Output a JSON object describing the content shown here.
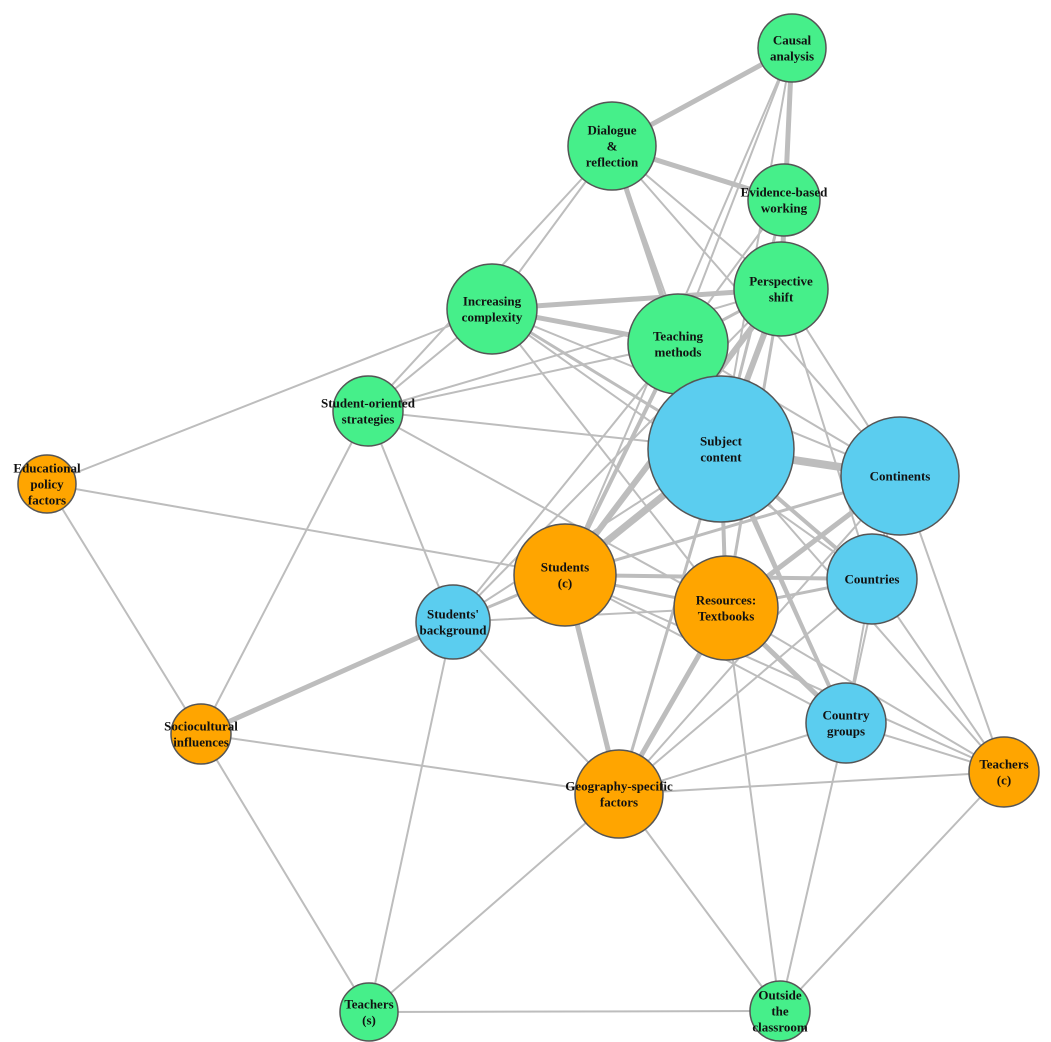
{
  "colors": {
    "green": "#46ef8a",
    "blue": "#5bcdef",
    "orange": "#ffa500",
    "edge": "#bdbdbd",
    "outline": "#555555"
  },
  "nodes": [
    {
      "id": "causal",
      "lines": [
        "Causal",
        "analysis"
      ],
      "color": "green"
    },
    {
      "id": "dialogue",
      "lines": [
        "Dialogue",
        "&",
        "reflection"
      ],
      "color": "green"
    },
    {
      "id": "evidence",
      "lines": [
        "Evidence-based",
        "working"
      ],
      "color": "green"
    },
    {
      "id": "perspective",
      "lines": [
        "Perspective",
        "shift"
      ],
      "color": "green"
    },
    {
      "id": "complexity",
      "lines": [
        "Increasing",
        "complexity"
      ],
      "color": "green"
    },
    {
      "id": "methods",
      "lines": [
        "Teaching",
        "methods"
      ],
      "color": "green"
    },
    {
      "id": "strategies",
      "lines": [
        "Student-oriented",
        "strategies"
      ],
      "color": "green"
    },
    {
      "id": "subject",
      "lines": [
        "Subject",
        "content"
      ],
      "color": "blue"
    },
    {
      "id": "continents",
      "lines": [
        "Continents"
      ],
      "color": "blue"
    },
    {
      "id": "policy",
      "lines": [
        "Educational",
        "policy",
        "factors"
      ],
      "color": "orange"
    },
    {
      "id": "students_c",
      "lines": [
        "Students",
        "(c)"
      ],
      "color": "orange"
    },
    {
      "id": "countries",
      "lines": [
        "Countries"
      ],
      "color": "blue"
    },
    {
      "id": "background",
      "lines": [
        "Students'",
        "background"
      ],
      "color": "blue"
    },
    {
      "id": "textbooks",
      "lines": [
        "Resources:",
        "Textbooks"
      ],
      "color": "orange"
    },
    {
      "id": "groups",
      "lines": [
        "Country",
        "groups"
      ],
      "color": "blue"
    },
    {
      "id": "sociocultural",
      "lines": [
        "Sociocultural",
        "influences"
      ],
      "color": "orange"
    },
    {
      "id": "teachers_c",
      "lines": [
        "Teachers",
        "(c)"
      ],
      "color": "orange"
    },
    {
      "id": "geo",
      "lines": [
        "Geography-specific",
        "factors"
      ],
      "color": "orange"
    },
    {
      "id": "teachers_s",
      "lines": [
        "Teachers",
        "(s)"
      ],
      "color": "green"
    },
    {
      "id": "outside",
      "lines": [
        "Outside",
        "the",
        "classroom"
      ],
      "color": "green"
    }
  ],
  "edges": [
    {
      "from": "causal",
      "to": "dialogue",
      "weight": 5
    },
    {
      "from": "causal",
      "to": "evidence",
      "weight": 2
    },
    {
      "from": "causal",
      "to": "perspective",
      "weight": 5
    },
    {
      "from": "causal",
      "to": "methods",
      "weight": 2
    },
    {
      "from": "causal",
      "to": "subject",
      "weight": 2
    },
    {
      "from": "causal",
      "to": "students_c",
      "weight": 2
    },
    {
      "from": "dialogue",
      "to": "evidence",
      "weight": 5
    },
    {
      "from": "dialogue",
      "to": "methods",
      "weight": 5
    },
    {
      "from": "dialogue",
      "to": "complexity",
      "weight": 2
    },
    {
      "from": "dialogue",
      "to": "strategies",
      "weight": 2
    },
    {
      "from": "dialogue",
      "to": "perspective",
      "weight": 2
    },
    {
      "from": "dialogue",
      "to": "subject",
      "weight": 2
    },
    {
      "from": "dialogue",
      "to": "continents",
      "weight": 2
    },
    {
      "from": "evidence",
      "to": "methods",
      "weight": 2
    },
    {
      "from": "evidence",
      "to": "subject",
      "weight": 3
    },
    {
      "from": "evidence",
      "to": "perspective",
      "weight": 2
    },
    {
      "from": "perspective",
      "to": "complexity",
      "weight": 5
    },
    {
      "from": "perspective",
      "to": "methods",
      "weight": 3
    },
    {
      "from": "perspective",
      "to": "subject",
      "weight": 6
    },
    {
      "from": "perspective",
      "to": "students_c",
      "weight": 6
    },
    {
      "from": "perspective",
      "to": "continents",
      "weight": 2
    },
    {
      "from": "perspective",
      "to": "countries",
      "weight": 2
    },
    {
      "from": "perspective",
      "to": "strategies",
      "weight": 2
    },
    {
      "from": "perspective",
      "to": "textbooks",
      "weight": 3
    },
    {
      "from": "perspective",
      "to": "background",
      "weight": 2
    },
    {
      "from": "complexity",
      "to": "methods",
      "weight": 5
    },
    {
      "from": "complexity",
      "to": "subject",
      "weight": 3
    },
    {
      "from": "complexity",
      "to": "strategies",
      "weight": 2
    },
    {
      "from": "complexity",
      "to": "policy",
      "weight": 2
    },
    {
      "from": "complexity",
      "to": "continents",
      "weight": 2
    },
    {
      "from": "complexity",
      "to": "textbooks",
      "weight": 2
    },
    {
      "from": "complexity",
      "to": "countries",
      "weight": 2
    },
    {
      "from": "methods",
      "to": "subject",
      "weight": 4
    },
    {
      "from": "methods",
      "to": "students_c",
      "weight": 4
    },
    {
      "from": "methods",
      "to": "continents",
      "weight": 2
    },
    {
      "from": "methods",
      "to": "strategies",
      "weight": 2
    },
    {
      "from": "methods",
      "to": "background",
      "weight": 2
    },
    {
      "from": "methods",
      "to": "groups",
      "weight": 2
    },
    {
      "from": "strategies",
      "to": "subject",
      "weight": 2
    },
    {
      "from": "strategies",
      "to": "background",
      "weight": 2
    },
    {
      "from": "strategies",
      "to": "textbooks",
      "weight": 2
    },
    {
      "from": "strategies",
      "to": "sociocultural",
      "weight": 2
    },
    {
      "from": "subject",
      "to": "continents",
      "weight": 8
    },
    {
      "from": "subject",
      "to": "students_c",
      "weight": 7
    },
    {
      "from": "subject",
      "to": "countries",
      "weight": 4
    },
    {
      "from": "subject",
      "to": "textbooks",
      "weight": 4
    },
    {
      "from": "subject",
      "to": "groups",
      "weight": 4
    },
    {
      "from": "subject",
      "to": "geo",
      "weight": 3
    },
    {
      "from": "subject",
      "to": "teachers_c",
      "weight": 2
    },
    {
      "from": "subject",
      "to": "background",
      "weight": 2
    },
    {
      "from": "continents",
      "to": "countries",
      "weight": 2
    },
    {
      "from": "continents",
      "to": "textbooks",
      "weight": 5
    },
    {
      "from": "continents",
      "to": "students_c",
      "weight": 3
    },
    {
      "from": "continents",
      "to": "geo",
      "weight": 2
    },
    {
      "from": "continents",
      "to": "teachers_c",
      "weight": 2
    },
    {
      "from": "continents",
      "to": "groups",
      "weight": 2
    },
    {
      "from": "policy",
      "to": "students_c",
      "weight": 2
    },
    {
      "from": "policy",
      "to": "sociocultural",
      "weight": 2
    },
    {
      "from": "students_c",
      "to": "countries",
      "weight": 4
    },
    {
      "from": "students_c",
      "to": "textbooks",
      "weight": 3
    },
    {
      "from": "students_c",
      "to": "background",
      "weight": 3
    },
    {
      "from": "students_c",
      "to": "geo",
      "weight": 5
    },
    {
      "from": "students_c",
      "to": "groups",
      "weight": 2
    },
    {
      "from": "students_c",
      "to": "teachers_c",
      "weight": 2
    },
    {
      "from": "countries",
      "to": "textbooks",
      "weight": 3
    },
    {
      "from": "countries",
      "to": "groups",
      "weight": 2
    },
    {
      "from": "countries",
      "to": "teachers_c",
      "weight": 2
    },
    {
      "from": "countries",
      "to": "geo",
      "weight": 2
    },
    {
      "from": "background",
      "to": "sociocultural",
      "weight": 5
    },
    {
      "from": "background",
      "to": "teachers_s",
      "weight": 2
    },
    {
      "from": "background",
      "to": "geo",
      "weight": 2
    },
    {
      "from": "background",
      "to": "textbooks",
      "weight": 2
    },
    {
      "from": "textbooks",
      "to": "groups",
      "weight": 5
    },
    {
      "from": "textbooks",
      "to": "geo",
      "weight": 5
    },
    {
      "from": "textbooks",
      "to": "teachers_c",
      "weight": 2
    },
    {
      "from": "textbooks",
      "to": "outside",
      "weight": 2
    },
    {
      "from": "groups",
      "to": "teachers_c",
      "weight": 2
    },
    {
      "from": "groups",
      "to": "geo",
      "weight": 2
    },
    {
      "from": "groups",
      "to": "outside",
      "weight": 2
    },
    {
      "from": "sociocultural",
      "to": "geo",
      "weight": 2
    },
    {
      "from": "sociocultural",
      "to": "teachers_s",
      "weight": 2
    },
    {
      "from": "geo",
      "to": "teachers_c",
      "weight": 2
    },
    {
      "from": "geo",
      "to": "teachers_s",
      "weight": 2
    },
    {
      "from": "geo",
      "to": "outside",
      "weight": 2
    },
    {
      "from": "teachers_c",
      "to": "outside",
      "weight": 2
    },
    {
      "from": "teachers_s",
      "to": "outside",
      "weight": 2
    }
  ]
}
